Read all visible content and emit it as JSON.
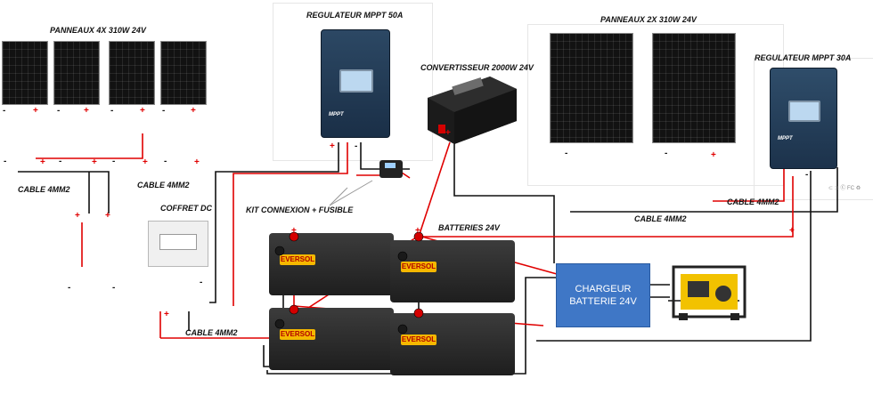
{
  "labels": {
    "panels_left": "PANNEAUX 4X 310W 24V",
    "regulator_50": "REGULATEUR MPPT 50A",
    "converter": "CONVERTISSEUR 2000W 24V",
    "panels_right": "PANNEAUX 2X 310W 24V",
    "regulator_30": "REGULATEUR MPPT 30A",
    "cable_left_1": "CABLE 4MM2",
    "cable_left_2": "CABLE 4MM2",
    "cable_right_1": "CABLE 4MM2",
    "cable_right_2": "CABLE 4MM2",
    "cable_bottom": "CABLE 4MM2",
    "coffret": "COFFRET DC",
    "kit": "KIT CONNEXION + FUSIBLE",
    "batteries": "BATTERIES 24V"
  },
  "charger": {
    "line1": "CHARGEUR",
    "line2": "BATTERIE 24V"
  },
  "battery_brand": "EVERSOL",
  "mppt_text": "MPPT",
  "plus": "+",
  "minus": "-",
  "colors": {
    "positive": "#e00000",
    "negative": "#111111",
    "bridge": "#3fa9f5",
    "charger": "#3f77c6",
    "generator": "#f2c200"
  },
  "icons": [
    "solar-panel-icon",
    "mppt-controller-icon",
    "inverter-icon",
    "battery-icon",
    "generator-icon",
    "fuse-icon",
    "dc-box-icon"
  ]
}
